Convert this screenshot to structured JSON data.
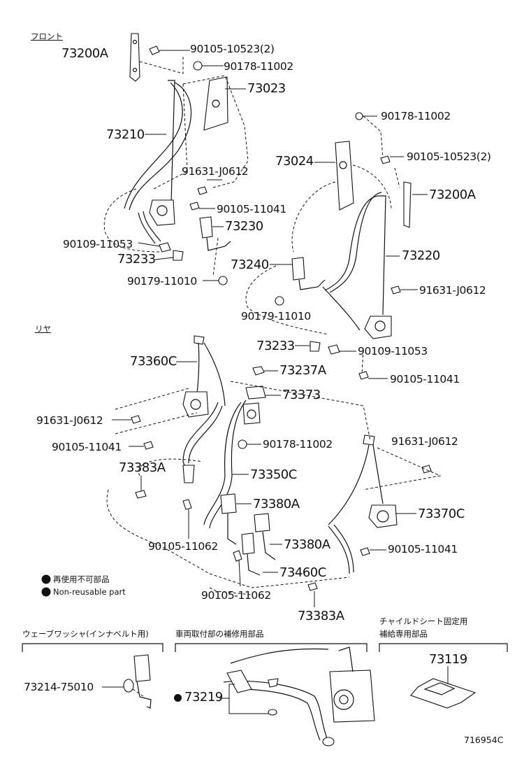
{
  "sections": {
    "front": "フロント",
    "rear": "リヤ"
  },
  "legend": {
    "jp": "再使用不可部品",
    "en": "Non-reusable part"
  },
  "front_parts": {
    "p73200a_l": "73200A",
    "p90105_10523_l": "90105-10523(2)",
    "p90178_11002_l": "90178-11002",
    "p73023": "73023",
    "p73210": "73210",
    "p91631_l": "91631-J0612",
    "p90105_11041_l": "90105-11041",
    "p73230": "73230",
    "p90109_l": "90109-11053",
    "p73233_l": "73233",
    "p90179_l": "90179-11010",
    "p90178_11002_r": "90178-11002",
    "p73024": "73024",
    "p90105_10523_r": "90105-10523(2)",
    "p73200a_r": "73200A",
    "p73220": "73220",
    "p73240": "73240",
    "p91631_r": "91631-J0612",
    "p90179_r": "90179-11010",
    "p73233_r": "73233",
    "p90109_r": "90109-11053",
    "p90105_11041_r": "90105-11041"
  },
  "rear_parts": {
    "p73360c": "73360C",
    "p73237a": "73237A",
    "p73373": "73373",
    "p91631_a": "91631-J0612",
    "p90105_11041_a": "90105-11041",
    "p90178_11002": "90178-11002",
    "p91631_b": "91631-J0612",
    "p73383a_a": "73383A",
    "p73350c": "73350C",
    "p73380a_a": "73380A",
    "p73370c": "73370C",
    "p90105_11062_a": "90105-11062",
    "p73380a_b": "73380A",
    "p90105_11041_b": "90105-11041",
    "p73460c": "73460C",
    "p90105_11062_b": "90105-11062",
    "p73383a_b": "73383A"
  },
  "bottom": {
    "washer_title": "ウェーブワッシャ(インナベルト用)",
    "washer_part": "73214-75010",
    "repair_title": "車両取付部の補修用部品",
    "repair_part": "73219",
    "child_title_1": "チャイルドシート固定用",
    "child_title_2": "補給専用部品",
    "child_part": "73119",
    "ref": "716954C"
  }
}
